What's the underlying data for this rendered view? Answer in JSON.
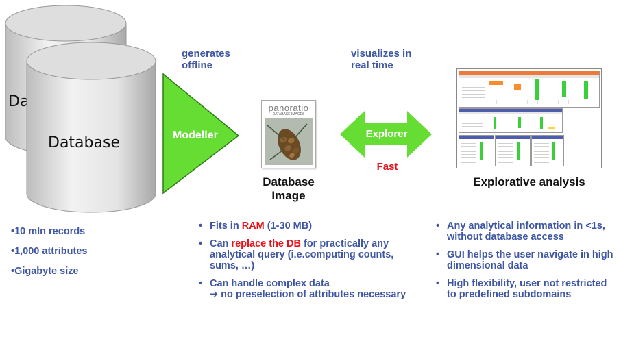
{
  "db_front_label": "Database",
  "db_back_label_fragment": "Da",
  "left_bullets": [
    "10 mln records",
    "1,000 attributes",
    "Gigabyte size"
  ],
  "generates_offline": [
    "generates",
    "offline"
  ],
  "modeller_label": "Modeller",
  "panoratio_logo": "panoratio",
  "panoratio_sub": "DATABASE IMAGES",
  "db_image_label": [
    "Database",
    "Image"
  ],
  "visualizes": [
    "visualizes in",
    "real time"
  ],
  "explorer_label": "Explorer",
  "fast_label": "Fast",
  "explorative_label": "Explorative analysis",
  "middle_bullets": [
    {
      "pre": "Fits in ",
      "red": "RAM",
      "post": " (1-30 MB)"
    },
    {
      "pre": "Can ",
      "red": "replace the DB",
      "post": " for practically any analytical query (i.e.computing counts, sums, …)"
    },
    {
      "pre": "Can handle complex data",
      "arrow": "➔",
      "post2": " no preselection of attributes necessary"
    }
  ],
  "right_bullets": [
    "Any analytical information in <1s, without database access",
    "GUI helps the user navigate in high dimensional data",
    "High flexibility, user not restricted to predefined subdomains"
  ],
  "colors": {
    "blue_text": "#3f57a3",
    "red_accent": "#e8121b",
    "green_shape": "#66dd33",
    "cylinder_gray": "#d8d8d8"
  }
}
